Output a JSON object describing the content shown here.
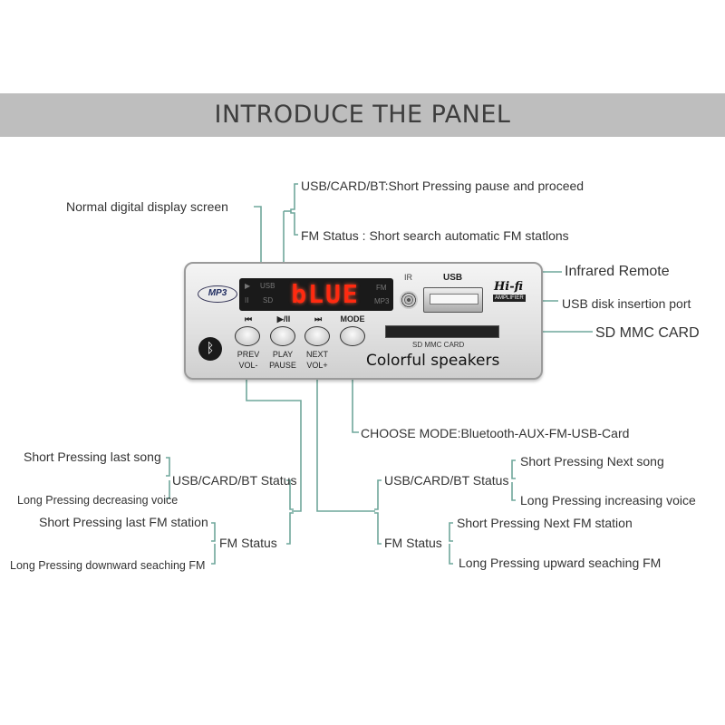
{
  "banner": {
    "title": "INTRODUCE THE PANEL"
  },
  "panel": {
    "mp3_logo": "MP3",
    "display_digits": "bLUE",
    "display_indicators": {
      "usb": "USB",
      "sd": "SD",
      "fm": "FM",
      "mp3": "MP3",
      "play": "▶",
      "pause": "II"
    },
    "buttons": [
      {
        "symbol": "⏮",
        "label1": "PREV",
        "label2": "VOL-"
      },
      {
        "symbol": "▶/II",
        "label1": "PLAY",
        "label2": "PAUSE"
      },
      {
        "symbol": "⏭",
        "label1": "NEXT",
        "label2": "VOL+"
      },
      {
        "symbol": "MODE",
        "label1": "",
        "label2": ""
      }
    ],
    "ir_label": "IR",
    "usb_label": "USB",
    "hifi_label": "Hi-fi",
    "amplifier_label": "AMPLIFIER",
    "sd_label": "SD MMC CARD",
    "brand_text": "Colorful speakers",
    "bt_symbol": "ᛒ"
  },
  "annotations": {
    "display_screen": "Normal digital display screen",
    "play_usb": "USB/CARD/BT:Short Pressing pause and proceed",
    "play_fm": "FM Status : Short search automatic FM statlons",
    "infrared": "Infrared Remote",
    "usb_port": "USB disk insertion port",
    "sd_card": "SD MMC CARD",
    "mode": "CHOOSE MODE:Bluetooth-AUX-FM-USB-Card",
    "prev": {
      "usb_status": "USB/CARD/BT Status",
      "short_usb": "Short Pressing last song",
      "long_usb": "Long Pressing decreasing voice",
      "fm_status": "FM Status",
      "short_fm": "Short Pressing last FM station",
      "long_fm": "Long Pressing downward seaching FM"
    },
    "next": {
      "usb_status": "USB/CARD/BT Status",
      "short_usb": "Short Pressing Next song",
      "long_usb": "Long Pressing increasing voice",
      "fm_status": "FM Status",
      "short_fm": "Short Pressing Next FM station",
      "long_fm": "Long Pressing upward seaching FM"
    }
  },
  "colors": {
    "banner": "#bebebe",
    "leader_line": "#6fa79b",
    "display_digit": "#ff2a10"
  }
}
